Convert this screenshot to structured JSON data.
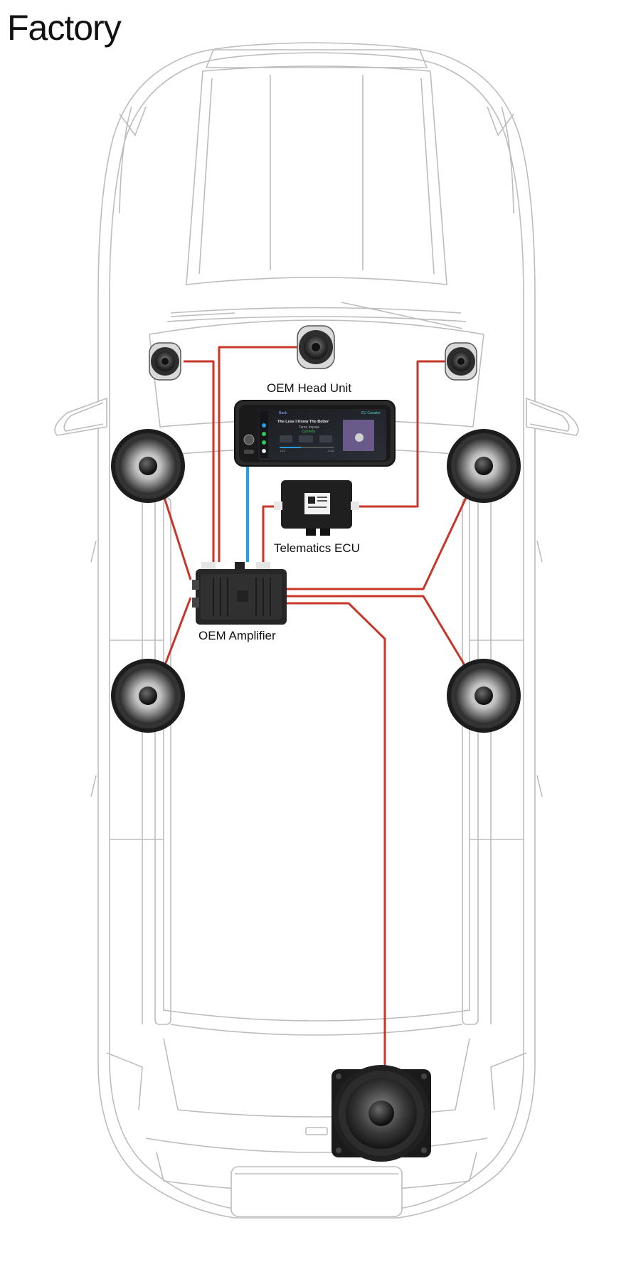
{
  "title": "Factory",
  "labels": {
    "head_unit": "OEM Head Unit",
    "telematics": "Telematics ECU",
    "amplifier": "OEM Amplifier"
  },
  "head_unit_screen": {
    "back": "Back",
    "status": "EU Cavalier",
    "song": "The Less I Know The Better",
    "artist": "Tame Impala",
    "album": "Currents",
    "time_elapsed": "1:12",
    "time_remaining": "-2:24"
  },
  "colors": {
    "speaker_wire": "#c8362a",
    "data_cable": "#2a9de0",
    "car_outline": "#b8b8b8"
  }
}
